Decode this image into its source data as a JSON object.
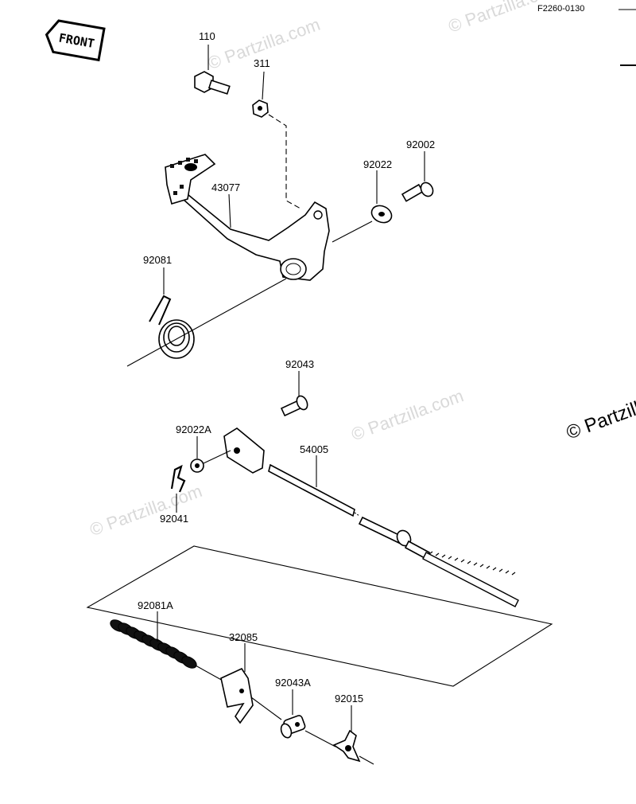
{
  "figure_code": "F2260-0130",
  "front_label": "FRONT",
  "watermark": "© Partzilla.com",
  "parts": {
    "bolt": "110",
    "nut": "311",
    "pedal": "43077",
    "washer": "92022",
    "pivot_bolt": "92002",
    "spring": "92081",
    "pin": "92043",
    "washer_a": "92022A",
    "rod": "54005",
    "cotter": "92041",
    "spring_a": "92081A",
    "stopper": "32085",
    "pin_a": "92043A",
    "wing_nut": "92015"
  }
}
